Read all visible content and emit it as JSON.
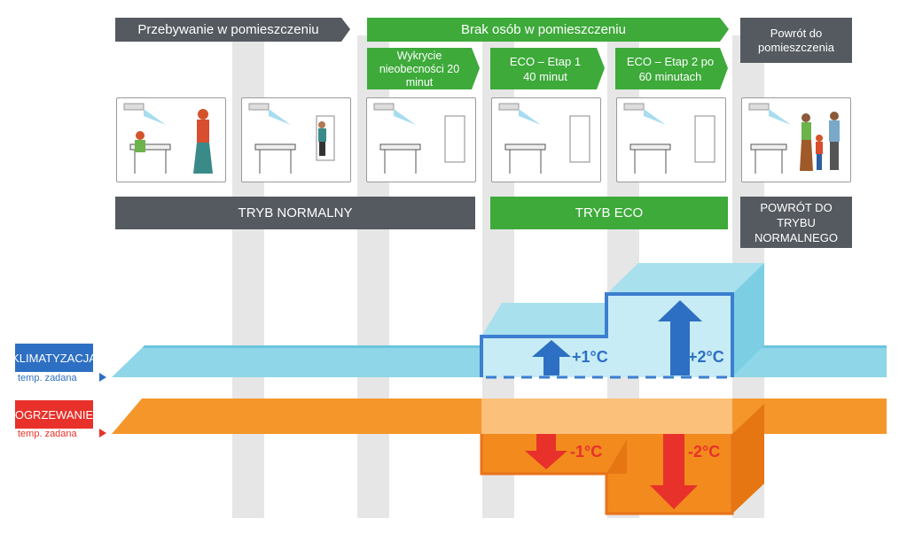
{
  "phases": {
    "occupied": "Przebywanie w pomieszczeniu",
    "absent": "Brak osób w pomieszczeniu",
    "return": "Powrót do pomieszczenia"
  },
  "substeps": {
    "detect": "Wykrycie nieobecności 20 minut",
    "eco1": "ECO – Etap 1 40 minut",
    "eco2": "ECO – Etap 2 po 60 minutach"
  },
  "modes": {
    "normal": "TRYB NORMALNY",
    "eco": "TRYB ECO",
    "back": "POWRÓT DO TRYBU NORMALNEGO"
  },
  "cooling": {
    "label": "KLIMATYZACJA",
    "sublabel": "temp. zadana",
    "step1": "+1°C",
    "step2": "+2°C",
    "color": "#2d6fc2"
  },
  "heating": {
    "label": "OGRZEWANIE",
    "sublabel": "temp. zadana",
    "step1": "-1°C",
    "step2": "-2°C",
    "color": "#e8312a"
  },
  "colors": {
    "dark": "#555a60",
    "green": "#3daa3a",
    "cyan": "#8ed6e8",
    "orange": "#f28a1e",
    "column": "#e3e3e3"
  },
  "scenes": [
    "room-with-people",
    "person-leaving",
    "empty-room",
    "empty-room",
    "empty-room",
    "family-returning"
  ]
}
